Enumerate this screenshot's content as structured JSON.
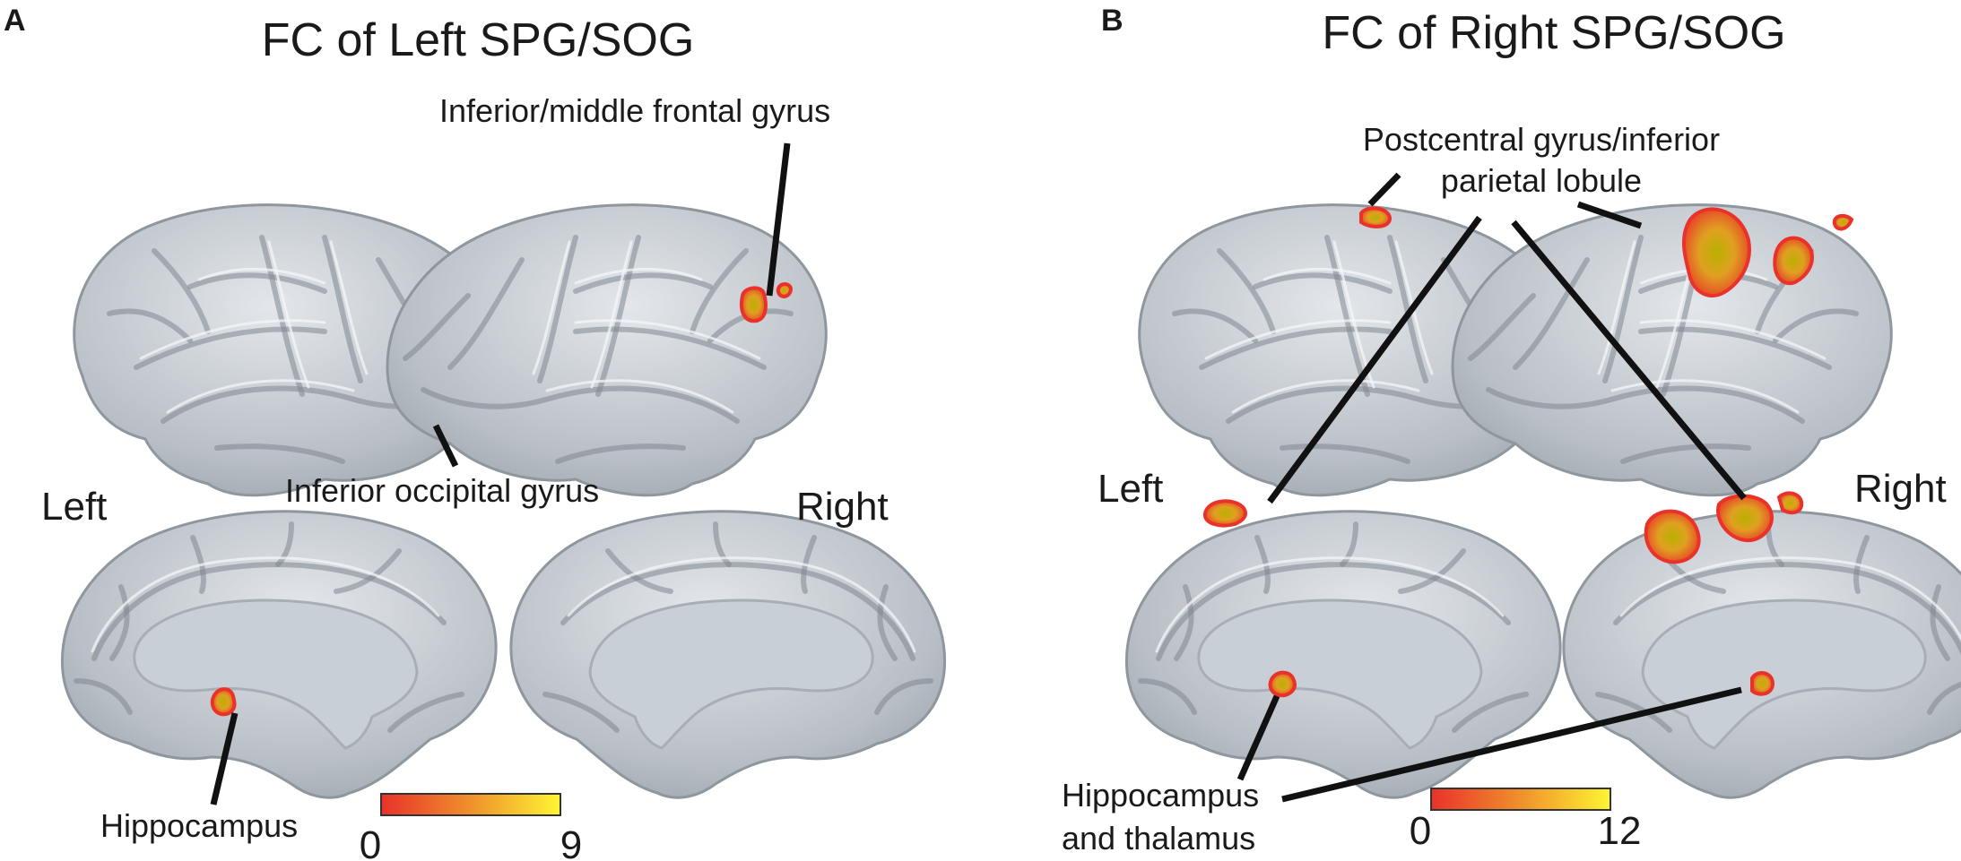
{
  "panels": [
    {
      "letter": "A",
      "title": "FC of Left SPG/SOG",
      "labels": {
        "frontal": "Inferior/middle frontal gyrus",
        "occipital": "Inferior occipital gyrus",
        "hippocampus": "Hippocampus"
      },
      "side_left": "Left",
      "side_right": "Right",
      "colorbar": {
        "min": "0",
        "max": "9"
      }
    },
    {
      "letter": "B",
      "title": "FC of Right SPG/SOG",
      "labels": {
        "postcentral_line1": "Postcentral gyrus/inferior",
        "postcentral_line2": "parietal lobule",
        "hippo_line1": "Hippocampus",
        "hippo_line2": "and thalamus"
      },
      "side_left": "Left",
      "side_right": "Right",
      "colorbar": {
        "min": "0",
        "max": "12"
      }
    }
  ],
  "colors": {
    "cortex": "#b9bfc6",
    "cortex_highlight": "#e3e7eb",
    "colormap_low": "#e8322a",
    "colormap_high": "#fff533"
  }
}
